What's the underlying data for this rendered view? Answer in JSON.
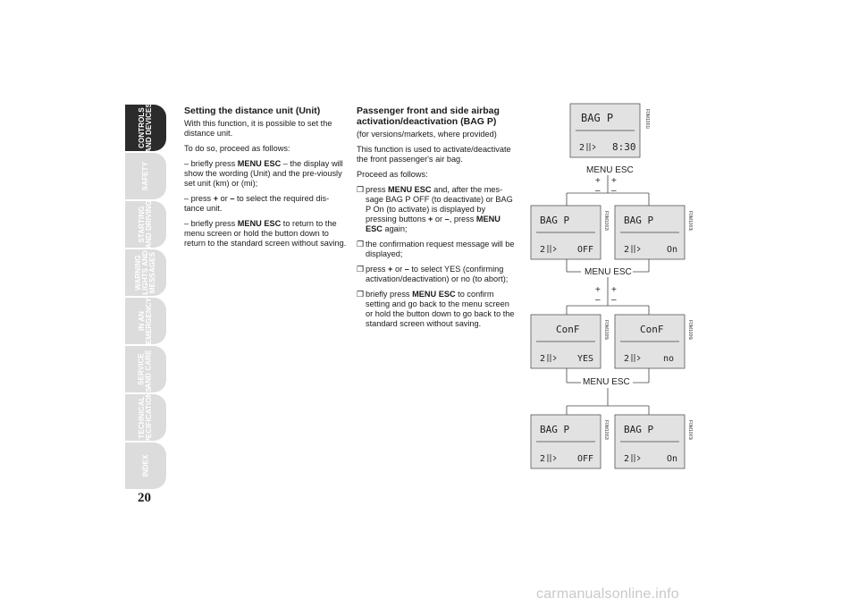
{
  "nav": {
    "tabs": [
      {
        "label": "CONTROLS\nAND DEVICES",
        "active": true
      },
      {
        "label": "SAFETY",
        "active": false
      },
      {
        "label": "STARTING\nAND DRIVING",
        "active": false
      },
      {
        "label": "WARNING\nLIGHTS AND\nMESSAGES",
        "active": false
      },
      {
        "label": "IN AN\nEMERGENCY",
        "active": false
      },
      {
        "label": "SERVICE\nAND CARE",
        "active": false
      },
      {
        "label": "TECHNICAL\nSPECIFICATIONS",
        "active": false
      },
      {
        "label": "INDEX",
        "active": false
      }
    ]
  },
  "page_number": "20",
  "col1": {
    "heading": "Setting the distance unit (Unit)",
    "p1": "With this function, it is possible to set the distance unit.",
    "p2": "To do so, proceed as follows:",
    "s1_pre": "– briefly press ",
    "s1_key": "MENU ESC",
    "s1_post": " – the display will show the wording (Unit) and the pre-viously set unit (km) or (mi);",
    "s2_pre": "– press ",
    "s2_plus": "+",
    "s2_mid": " or ",
    "s2_minus": "–",
    "s2_post": " to select the required dis-tance unit.",
    "s3_pre": "– briefly press ",
    "s3_key": "MENU ESC",
    "s3_post": " to return to the menu screen or hold the button down to return to the standard screen without saving."
  },
  "col2": {
    "heading": "Passenger front and side airbag activation/deactivation (BAG P)",
    "note": "(for versions/markets, where provided)",
    "p1": "This function is used to activate/deactivate the front passenger's air bag.",
    "p2": "Proceed as follows:",
    "bullet_mark": "❒",
    "b1_pre": "press ",
    "b1_key": "MENU ESC",
    "b1_mid": " and, after the mes-sage BAG P OFF (to deactivate) or BAG P On (to activate) is displayed by pressing buttons ",
    "b1_plus": "+",
    "b1_or": " or ",
    "b1_minus": "–",
    "b1_comma": ", press ",
    "b1_key2": "MENU ESC",
    "b1_post": " again;",
    "b2": "the confirmation request message will be displayed;",
    "b3_pre": "press ",
    "b3_plus": "+",
    "b3_or": " or ",
    "b3_minus": "–",
    "b3_post": " to select YES (confirming activation/deactivation) or no (to abort);",
    "b4_pre": "briefly press ",
    "b4_key": "MENU ESC",
    "b4_post": " to confirm setting and go back to the menu screen or hold the button down to go back to the standard screen without saving."
  },
  "diagram": {
    "top_display": {
      "title": "BAG P",
      "gear": "2",
      "value": "8:30",
      "code": "F0M1001i"
    },
    "menu_esc": "MENU ESC",
    "plus": "+",
    "minus": "–",
    "row2": [
      {
        "title": "BAG P",
        "gear": "2",
        "value": "OFF",
        "code": "F0M1002i"
      },
      {
        "title": "BAG P",
        "gear": "2",
        "value": "On",
        "code": "F0M1003i"
      }
    ],
    "row3": [
      {
        "title": "ConF",
        "gear": "2",
        "value": "YES",
        "code": "F0M1005i"
      },
      {
        "title": "ConF",
        "gear": "2",
        "value": "no",
        "code": "F0M1006i"
      }
    ],
    "row4": [
      {
        "title": "BAG P",
        "gear": "2",
        "value": "OFF",
        "code": "F0M1002i"
      },
      {
        "title": "BAG P",
        "gear": "2",
        "value": "On",
        "code": "F0M1003i"
      }
    ]
  },
  "watermark": "carmanualsonline.info"
}
